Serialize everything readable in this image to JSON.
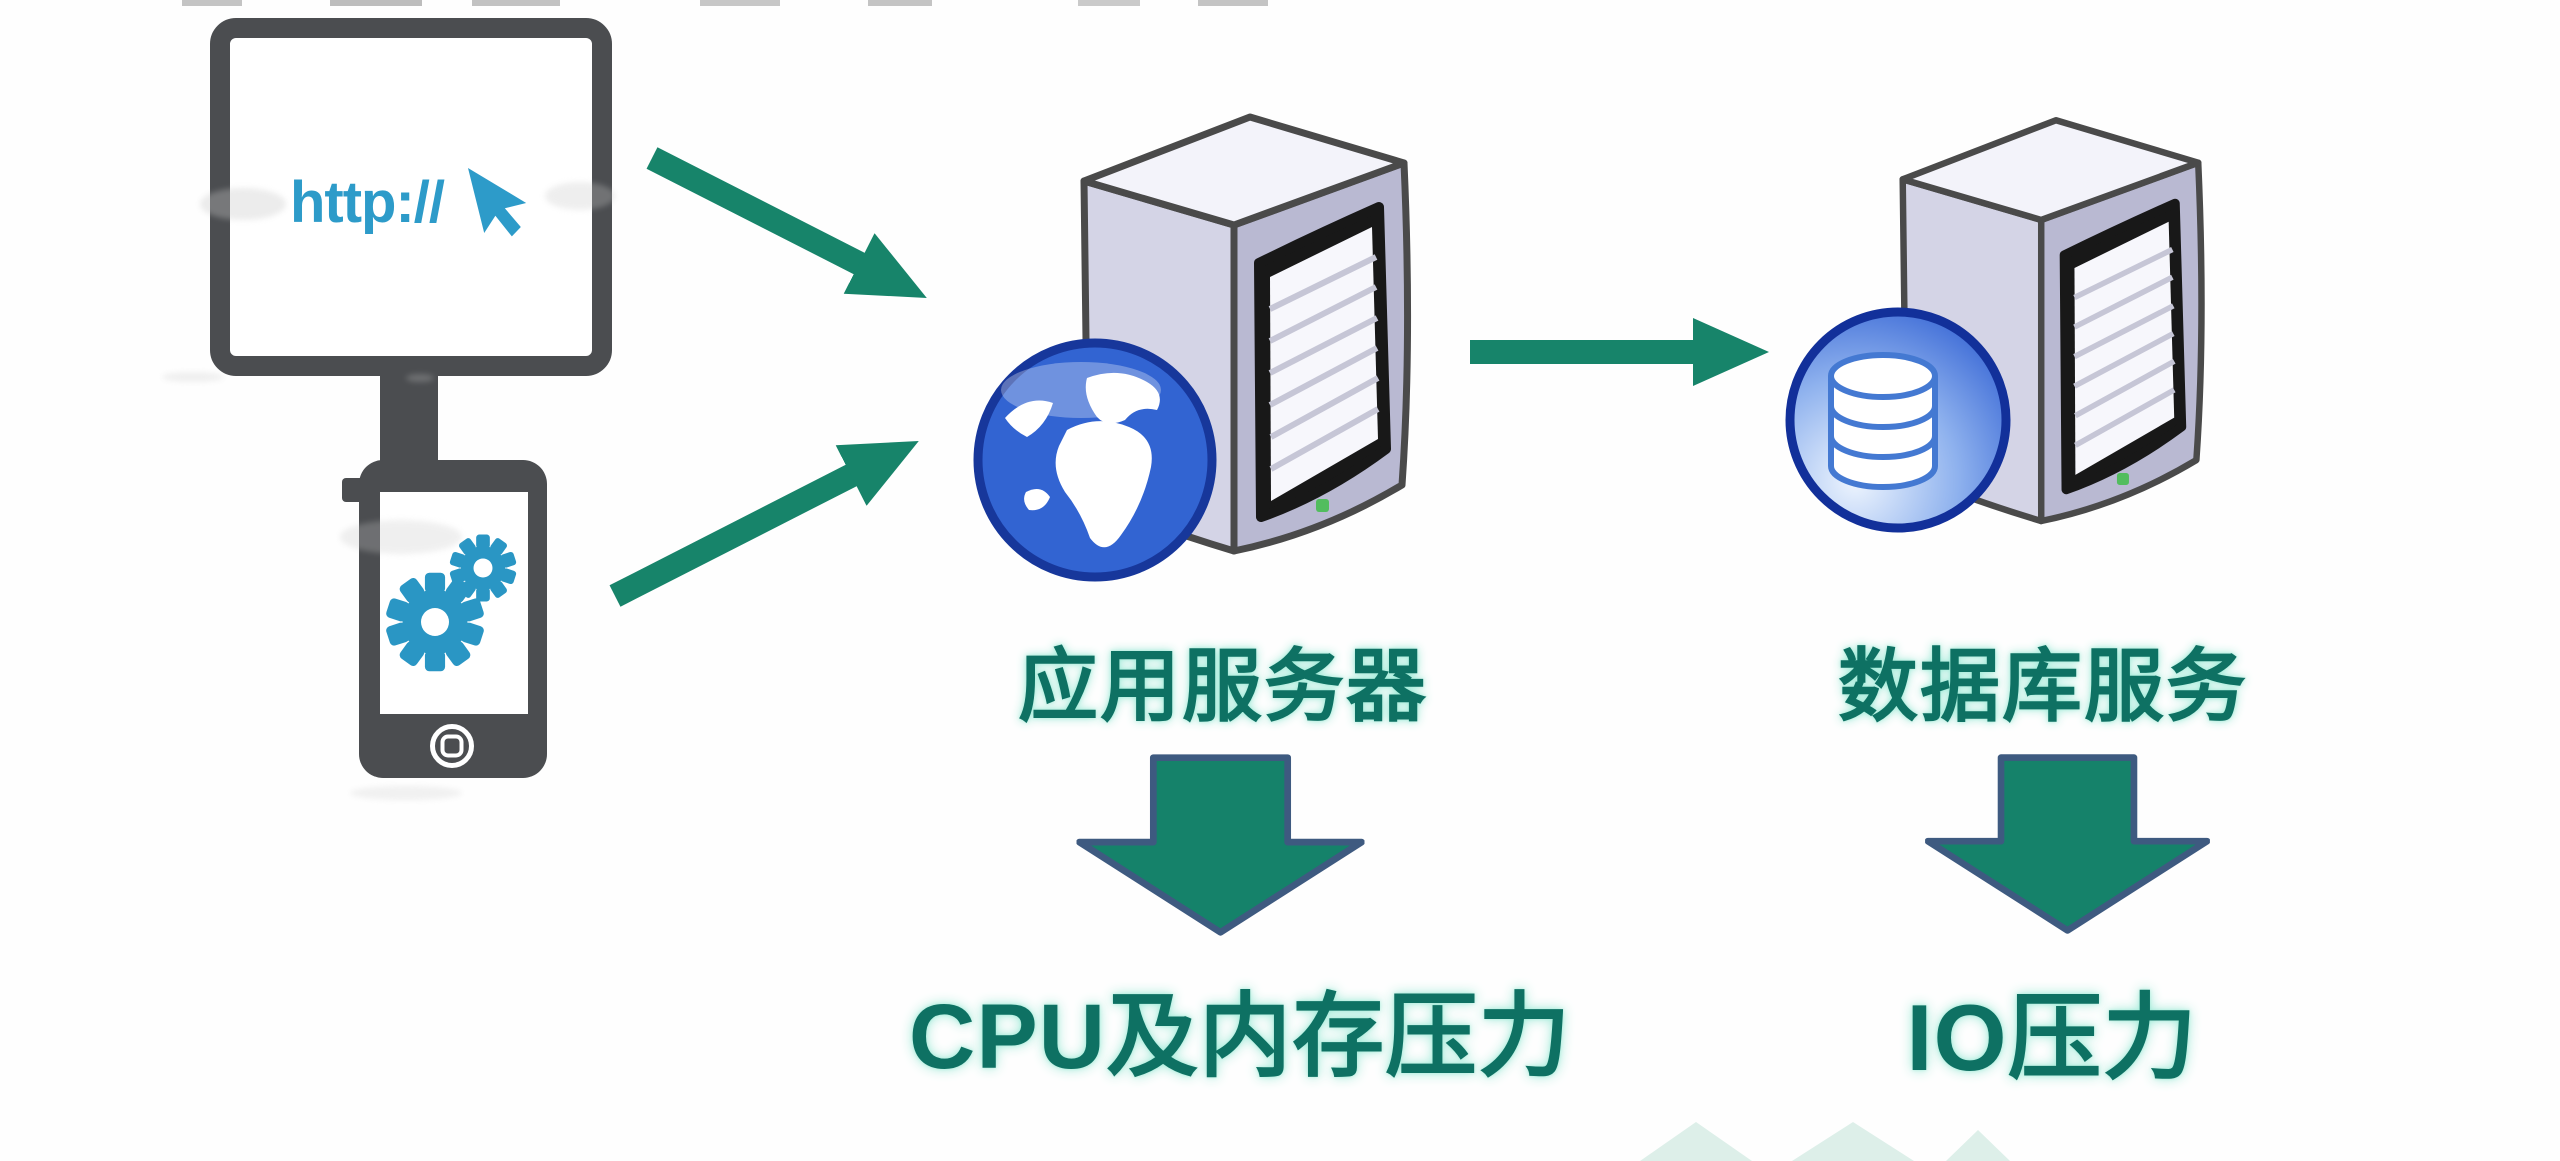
{
  "clients": {
    "browser": {
      "screen_text": "http://"
    },
    "mobile": {}
  },
  "servers": {
    "app": {
      "label": "应用服务器"
    },
    "db": {
      "label": "数据库服务"
    }
  },
  "pressures": {
    "app": {
      "label": "CPU及内存压力"
    },
    "db": {
      "label": "IO压力"
    }
  },
  "colors": {
    "arrow": "#17846a",
    "label_teal": "#0e7163",
    "down_arrow_fill": "#15826a",
    "down_arrow_border": "#3e5a80",
    "device_gray": "#4b4d50",
    "accent_blue": "#2d9bc9",
    "globe_blue": "#3264d2",
    "db_ring_blue": "#12309a",
    "server_outline": "#4a4a4a",
    "watermark_teal": "#ddefe9"
  },
  "icons": {
    "monitor": "desktop-monitor-icon",
    "cursor": "mouse-cursor-icon",
    "phone": "smartphone-icon",
    "gears": "gears-icon",
    "globe": "globe-icon",
    "database": "database-cylinder-icon",
    "server_tower": "server-tower-icon",
    "arrow_right": "arrow-right-icon",
    "arrow_down": "arrow-down-icon"
  }
}
